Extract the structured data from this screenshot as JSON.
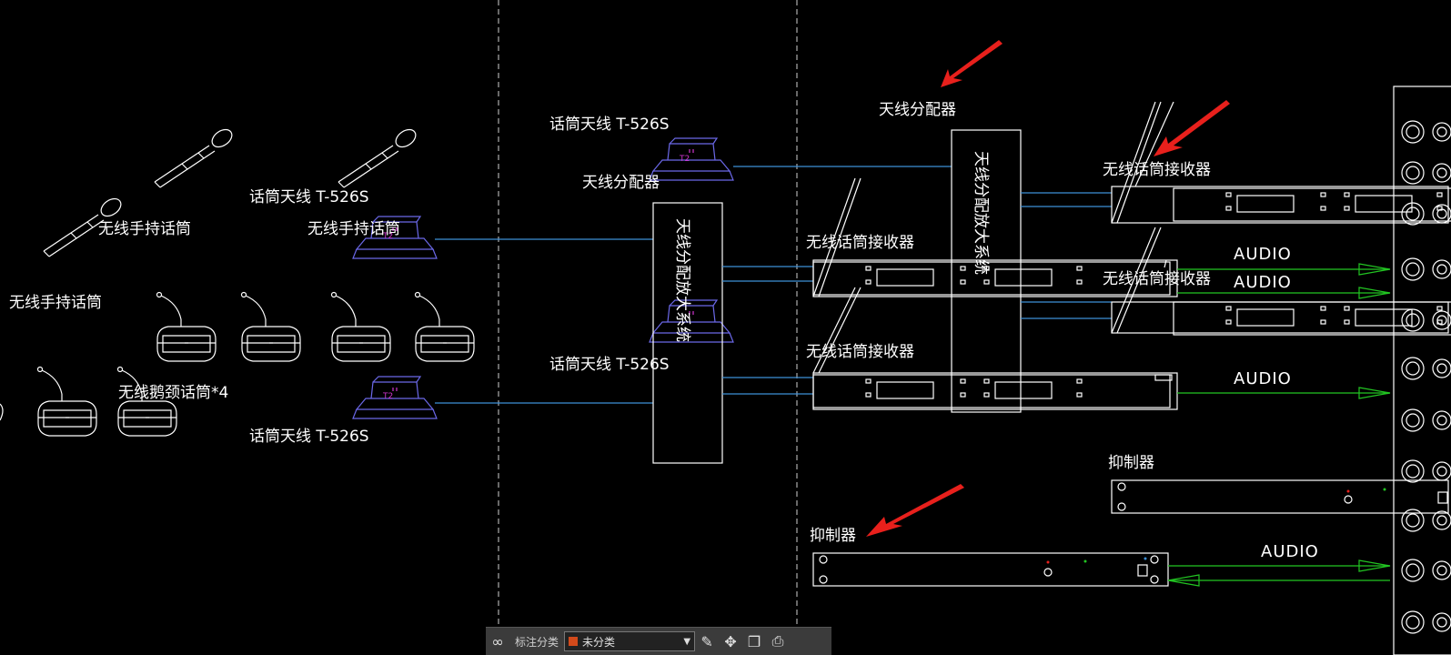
{
  "drawing": {
    "labels": {
      "mic_antenna_1": "话筒天线 T-526S",
      "handheld_mic_1": "无线手持话筒",
      "handheld_mic_2": "无线手持话筒",
      "handheld_mic_3": "无线手持话筒",
      "gooseneck_mics": "无线鹅颈话筒*4",
      "mic_antenna_2": "话筒天线 T-526S",
      "mic_antenna_3": "话筒天线 T-526S",
      "mic_antenna_4": "话筒天线 T-526S",
      "antenna_splitter_left": "天线分配器",
      "antenna_splitter_top": "天线分配器",
      "splitter_amp_left": "天线分配放大系统",
      "splitter_amp_right": "天线分配放大系统",
      "receiver_1": "无线话筒接收器",
      "receiver_2": "无线话筒接收器",
      "receiver_3": "无线话筒接收器",
      "receiver_4": "无线话筒接收器",
      "suppressor_1": "抑制器",
      "suppressor_2": "抑制器",
      "audio_1": "AUDIO",
      "audio_2": "AUDIO",
      "audio_3": "AUDIO",
      "audio_4": "AUDIO",
      "antenna_tag": "T2"
    }
  },
  "toolbar": {
    "layer_label": "标注分类",
    "layer_value": "未分类",
    "swatch_color": "#d24a1b",
    "icons": [
      "link-icon",
      "edit-icon",
      "move-icon",
      "copy-icon",
      "print-icon"
    ]
  }
}
